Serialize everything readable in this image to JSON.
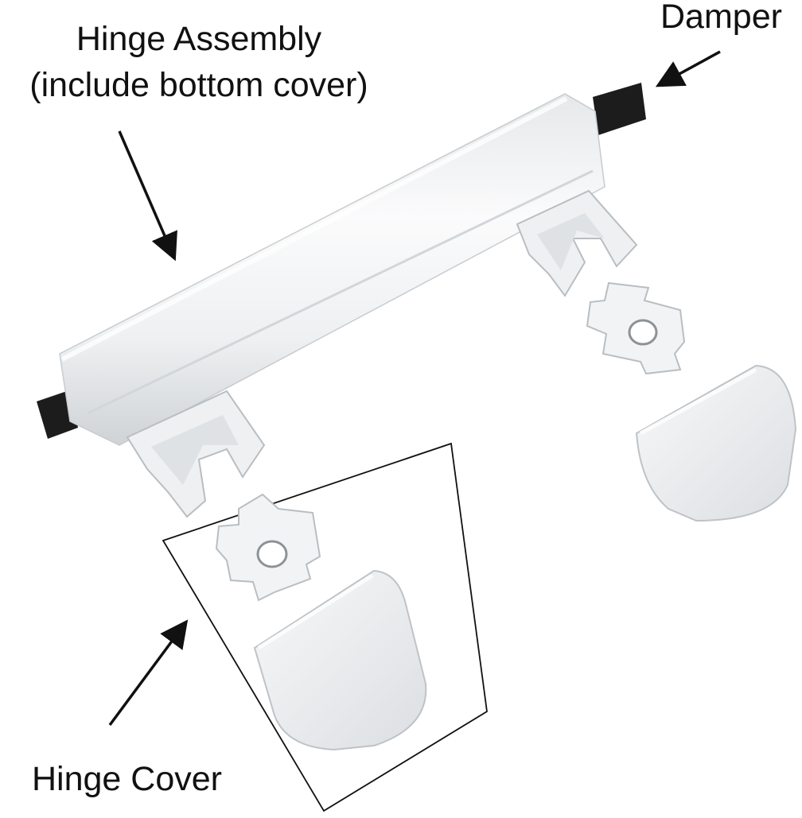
{
  "labels": {
    "damper": "Damper",
    "hinge_assembly_line1": "Hinge Assembly",
    "hinge_assembly_line2": "(include bottom cover)",
    "hinge_cover": "Hinge Cover"
  },
  "colors": {
    "background": "#ffffff",
    "part_white": "#f4f5f6",
    "part_shadow": "#d6d9dc",
    "damper_black": "#1c1c1c",
    "arrow": "#111111",
    "frame": "#111111"
  }
}
